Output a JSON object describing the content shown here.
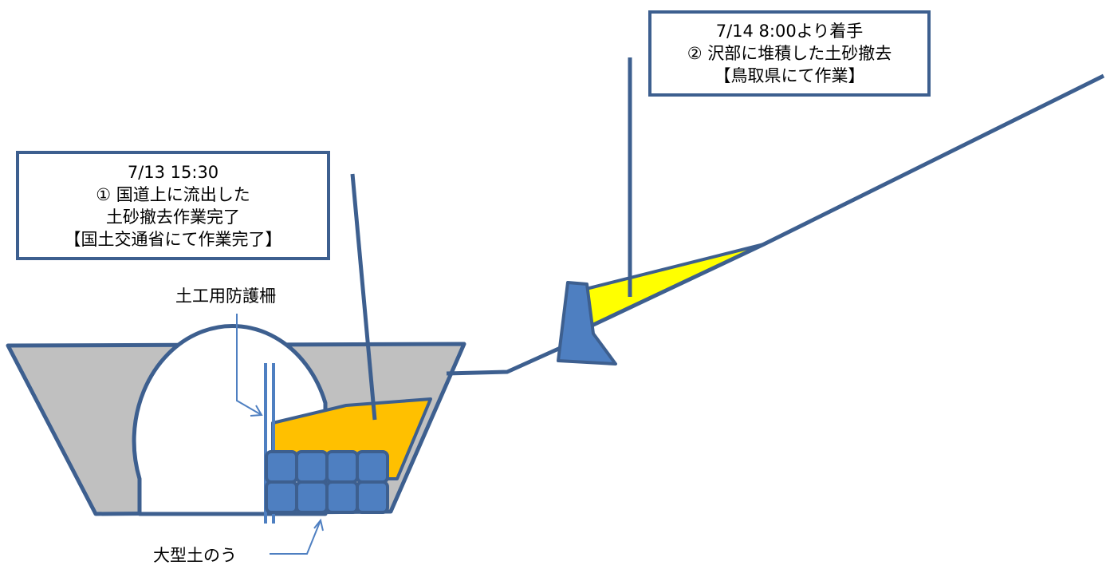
{
  "callout_1": {
    "lines": [
      "7/13 15:30",
      "① 国道上に流出した",
      "土砂撤去作業完了",
      "【国土交通省にて作業完了】"
    ]
  },
  "callout_2": {
    "lines": [
      "7/14 8:00より着手",
      "② 沢部に堆積した土砂撤去",
      "【鳥取県にて作業】"
    ]
  },
  "labels": {
    "fence": "土工用防護柵",
    "sandbags": "大型土のう"
  },
  "colors": {
    "outline": "#3d5f8f",
    "embankment": "#c0c0c0",
    "sediment_road": "#ffc000",
    "sediment_stream": "#ffff00",
    "sandbag": "#4e7fc1",
    "fence": "#4e7fc1"
  }
}
